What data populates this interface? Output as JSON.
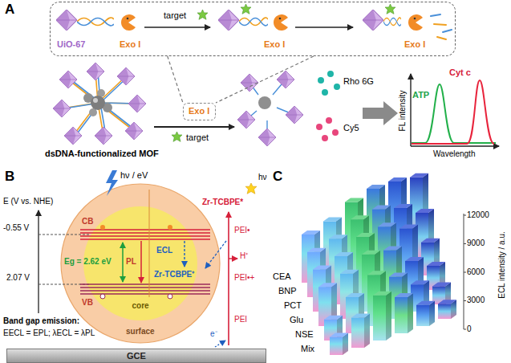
{
  "diagram": {
    "nodes": [
      {
        "text": [
          "UiO-67",
          "Exo I",
          "target",
          "Exo I",
          "Exo I"
        ]
      },
      {
        "text": [
          "Exo I"
        ]
      },
      {
        "text": [
          "surface"
        ]
      },
      {
        "text": [
          "core"
        ],
        "in": 2
      },
      {
        "text": [
          "GCE"
        ]
      }
    ],
    "edges": [
      {
        "from": 0,
        "to": 1,
        "arrow": "none"
      }
    ],
    "labels": [
      "A",
      "dsDNA-functionalized MOF",
      "target",
      "Rho 6G",
      "Cy5",
      "FL intensity",
      "Wavelength",
      "ATP",
      "Cyt c",
      "B",
      "hν / eV",
      "E (V vs. NHE)",
      "-0.55 V",
      "2.07 V",
      "CB",
      "VB",
      "Eg = 2.62 eV",
      "PL",
      "ECL",
      "Zr-TCBPE⁺",
      "Zr-TCBPE*",
      "hν",
      "PEI•",
      "H⁺",
      "PEI•+",
      "PEI",
      "e⁻",
      "Band gap emission:",
      "EECL = EPL; λECL = λPL",
      "C",
      "ECL intensity / a.u.",
      "12000",
      "9000",
      "6000",
      "3000",
      "0",
      "CEA",
      "BNP",
      "PCT",
      "Glu",
      "NSE",
      "Mix"
    ]
  }
}
